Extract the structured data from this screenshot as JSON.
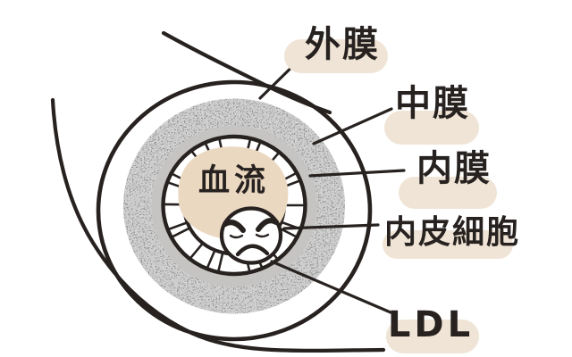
{
  "figure": {
    "subject": "artery cross-section illustration",
    "center_text": "血流",
    "labels": [
      {
        "id": "outer-membrane",
        "text": "外膜"
      },
      {
        "id": "middle-membrane",
        "text": "中膜"
      },
      {
        "id": "inner-membrane",
        "text": "内膜"
      },
      {
        "id": "endothelial-cells",
        "text": "内皮細胞"
      },
      {
        "id": "ldl",
        "text": "LDL"
      }
    ]
  },
  "colors": {
    "ink": "#272220",
    "pill": "#efe4d5",
    "blood": "#ebd8c1",
    "intima": "#c6c4c2",
    "paper": "#ffffff"
  }
}
